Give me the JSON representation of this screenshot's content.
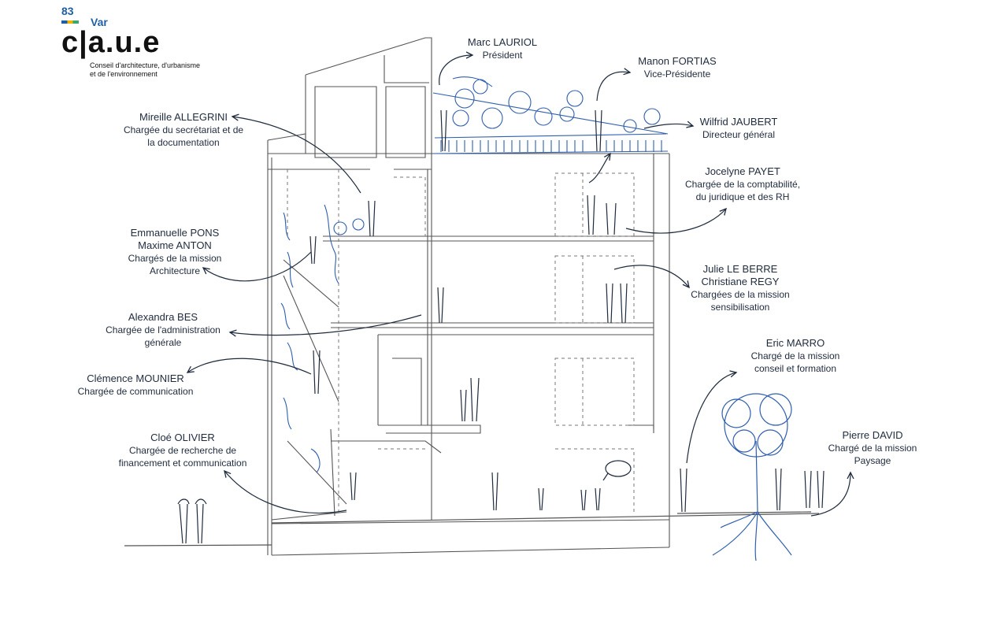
{
  "logo": {
    "department_number": "83",
    "department_name": "Var",
    "wordmark": "c|a.u.e",
    "subtitle_line1": "Conseil d'architecture, d'urbanisme",
    "subtitle_line2": "et de l'environnement",
    "accent_color": "#1d5fa8"
  },
  "colors": {
    "ink": "#1f2b3d",
    "sketch": "#555555",
    "blue": "#2f5fae"
  },
  "people": [
    {
      "id": "lauriol",
      "names": [
        "Marc LAURIOL"
      ],
      "role": [
        "Président"
      ]
    },
    {
      "id": "fortias",
      "names": [
        "Manon FORTIAS"
      ],
      "role": [
        "Vice-Présidente"
      ]
    },
    {
      "id": "jaubert",
      "names": [
        "Wilfrid JAUBERT"
      ],
      "role": [
        "Directeur général"
      ]
    },
    {
      "id": "allegrini",
      "names": [
        "Mireille ALLEGRINI"
      ],
      "role": [
        "Chargée du secrétariat et de",
        "la documentation"
      ]
    },
    {
      "id": "payet",
      "names": [
        "Jocelyne PAYET"
      ],
      "role": [
        "Chargée de la comptabilité,",
        "du juridique et des RH"
      ]
    },
    {
      "id": "pons-anton",
      "names": [
        "Emmanuelle PONS",
        "Maxime ANTON"
      ],
      "role": [
        "Chargés de la mission",
        "Architecture"
      ]
    },
    {
      "id": "leberre-regy",
      "names": [
        "Julie LE BERRE",
        "Christiane REGY"
      ],
      "role": [
        "Chargées de la mission",
        "sensibilisation"
      ]
    },
    {
      "id": "bes",
      "names": [
        "Alexandra BES"
      ],
      "role": [
        "Chargée de l'administration",
        "générale"
      ]
    },
    {
      "id": "marro",
      "names": [
        "Eric MARRO"
      ],
      "role": [
        "Chargé de la mission",
        "conseil et formation"
      ]
    },
    {
      "id": "mounier",
      "names": [
        "Clémence MOUNIER"
      ],
      "role": [
        "Chargée de communication"
      ]
    },
    {
      "id": "david",
      "names": [
        "Pierre DAVID"
      ],
      "role": [
        "Chargé de la mission",
        "Paysage"
      ]
    },
    {
      "id": "olivier",
      "names": [
        "Cloé OLIVIER"
      ],
      "role": [
        "Chargée de recherche de",
        "financement et communication"
      ]
    }
  ]
}
